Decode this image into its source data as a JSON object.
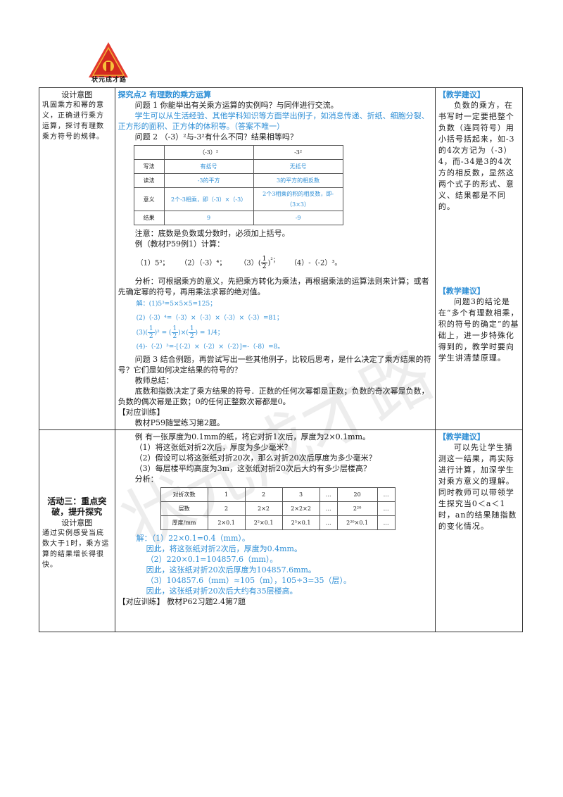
{
  "logo": {
    "text": "状元成才路"
  },
  "watermark": "状元成才路",
  "row1": {
    "left_heading": "设计意图",
    "left_text": "巩固乘方和幂的意义，正确进行乘方运算，探讨有理数乘方符号的规律。",
    "section_title": "探究点2  有理数的乘方运算",
    "q1": "问题 1  你能举出有关乘方运算的实例吗？与同伴进行交流。",
    "q1_answer": "学生可以从生活经验、其他学科知识等方面举出例子，如消息传递、折纸、细胞分裂、正方形的面积、正方体的体积等。（答案不唯一）",
    "q2": "问题 2  （-3）²与-3²有什么不同？结果相等吗？",
    "compare_table": {
      "headers": [
        "",
        "（-3）²",
        "-3²"
      ],
      "rows": [
        [
          "写法",
          "有括号",
          "无括号"
        ],
        [
          "读法",
          "-3的平方",
          "3的平方的相反数"
        ],
        [
          "意义",
          "2个-3相乘，即（-3）×（-3）",
          "2个3相乘的积的相反数，即-（3×3）"
        ],
        [
          "结果",
          "9",
          "-9"
        ]
      ]
    },
    "note": "注意：底数是负数或分数时，必须加上括号。",
    "example": "例（教材P59例1）计算：",
    "example_items": [
      "（1）5³；",
      "（2）（-3）⁴；",
      "（3）",
      "²；",
      "（4）-（-2）³。"
    ],
    "frac_num": "1",
    "frac_den": "2",
    "analysis": "分析：可根据乘方的意义，先把乘方转化为乘法，再根据乘法的运算法则来计算；或者先确定幂的符号，再用乘法求幂的绝对值。",
    "sol1": "解：(1)5³=5×5×5=125；",
    "sol2": "(2)（-3）⁴=（-3）×（-3）×（-3）×（-3）=81；",
    "sol3_pre": "(3)",
    "sol3_post": "=",
    "sol3_result": "1/4；",
    "sol4": "(4)-（-2）³=-[（-2）×（-2）×（-2）]=-（-8）=8。",
    "q3": "问题 3  结合例题，再尝试写出一些其他例子，比较后思考，是什么决定了乘方结果的符号？它们是如何决定结果的符号的？",
    "teacher": "教师总结：",
    "summary": "底数和指数决定了乘方结果的符号．正数的任何次幂都是正数；负数的奇次幂是负数，负数的偶次幂是正数；0的任何正整数次幂都是0。",
    "practice_label": "【对应训练】",
    "practice": "教材P59随堂练习第2题。",
    "right1_title": "【教学建议】",
    "right1_text": "负数的乘方，在书写时一定要把整个负数（连同符号）用小括号括起来，如-3的4次方记为（-3）4，而-34是3的4次方的相反数，显然这两个式子的形式、意义、结果都是不同的。",
    "right2_title": "【教学建议】",
    "right2_text": "问题3的结论是在“多个有理数相乘，积的符号的确定”的基础上，进一步特殊化得到的，教学时要向学生讲清楚原理。"
  },
  "row2": {
    "activity_title": "活动三：重点突破，提升探究",
    "left_heading": "设计意图",
    "left_text": "通过实例感受当底数大于1时，乘方运算的结果增长得很快。",
    "ex": "例  有一张厚度为0.1mm的纸，将它对折1次后，厚度为2×0.1mm。",
    "ex1": "（1）将这张纸对折2次后，厚度为多少毫米？",
    "ex2": "（2）假设可以将这张纸对折20次，那么对折20次后厚度为多少毫米？",
    "ex3": "（3）每层楼平均高度为3m，这张纸对折20次后大约有多少层楼高？",
    "analysis": "分析：",
    "fold_table": {
      "rows": [
        [
          "对折次数",
          "1",
          "2",
          "3",
          "…",
          "20",
          "…"
        ],
        [
          "层数",
          "2",
          "2×2",
          "2×2×2",
          "…",
          "2²⁰",
          "…"
        ],
        [
          "厚度/mm",
          "2×0.1",
          "2²×0.1",
          "2³×0.1",
          "…",
          "2²⁰×0.1",
          "…"
        ]
      ]
    },
    "s1": "解：（1）22×0.1=0.4（mm）。",
    "s2": "因此，将这张纸对折2次后，厚度为0.4mm。",
    "s3": "（2）220×0.1=104857.6（mm）。",
    "s4": "因此，这张纸对折20次后厚度为104857.6mm。",
    "s5": "（3）104857.6（mm）≈105（m），105÷3=35（层）。",
    "s6": "因此，这张纸对折20次后大约有35层楼高。",
    "practice": "【对应训练】  教材P62习题2.4第7题",
    "right_title": "【教学建议】",
    "right_text": "可以先让学生猜测这一结果，再实际进行计算，加深学生对乘方意义的理解。同时教师可以带领学生探究当0＜a＜1时，an的结果随指数的变化情况。"
  }
}
